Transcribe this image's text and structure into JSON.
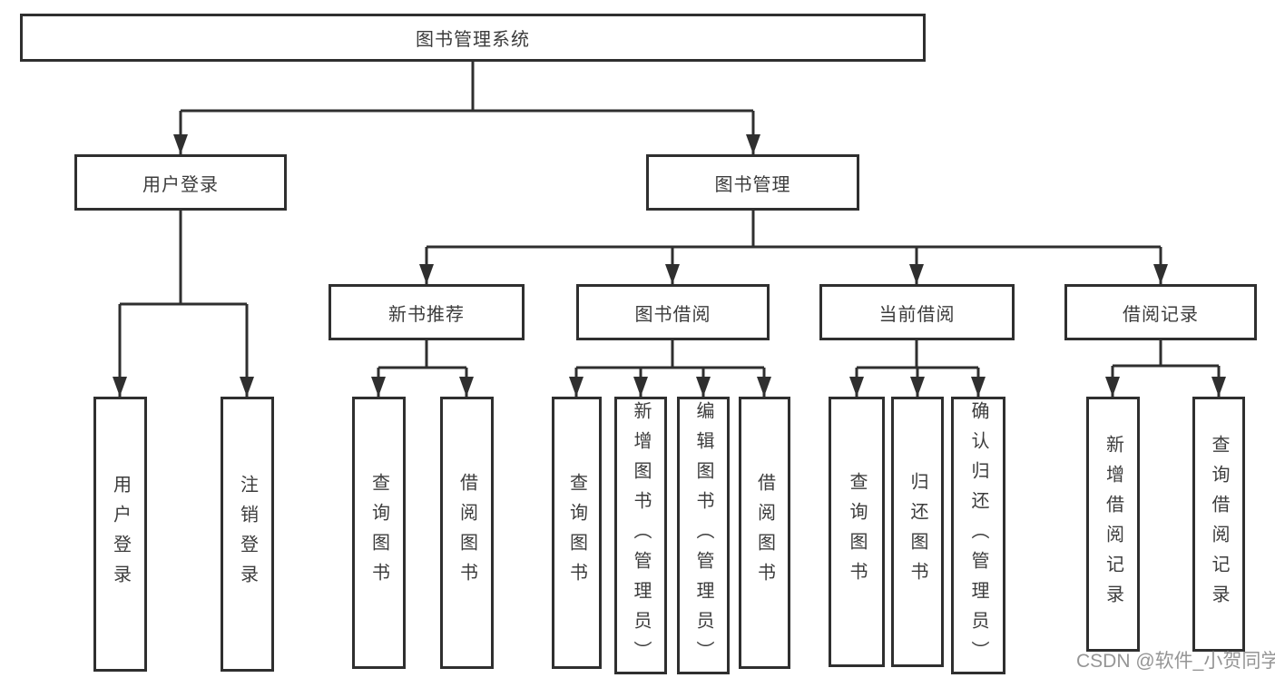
{
  "diagram": {
    "type": "hierarchy-tree",
    "watermark": "CSDN @软件_小贺同学",
    "colors": {
      "line": "#2f2f2f",
      "box_border": "#2f2f2f",
      "text": "#3c3c3c",
      "watermark": "#8a8a8a",
      "background": "#ffffff"
    },
    "tree": {
      "label": "图书管理系统",
      "children": [
        {
          "label": "用户登录",
          "children": [
            {
              "label": "用户登录"
            },
            {
              "label": "注销登录"
            }
          ]
        },
        {
          "label": "图书管理",
          "children": [
            {
              "label": "新书推荐",
              "children": [
                {
                  "label": "查询图书"
                },
                {
                  "label": "借阅图书"
                }
              ]
            },
            {
              "label": "图书借阅",
              "children": [
                {
                  "label": "查询图书"
                },
                {
                  "label": "新增图书（管理员）"
                },
                {
                  "label": "编辑图书（管理员）"
                },
                {
                  "label": "借阅图书"
                }
              ]
            },
            {
              "label": "当前借阅",
              "children": [
                {
                  "label": "查询图书"
                },
                {
                  "label": "归还图书"
                },
                {
                  "label": "确认归还（管理员）"
                }
              ]
            },
            {
              "label": "借阅记录",
              "children": [
                {
                  "label": "新增借阅记录"
                },
                {
                  "label": "查询借阅记录"
                }
              ]
            }
          ]
        }
      ]
    }
  }
}
